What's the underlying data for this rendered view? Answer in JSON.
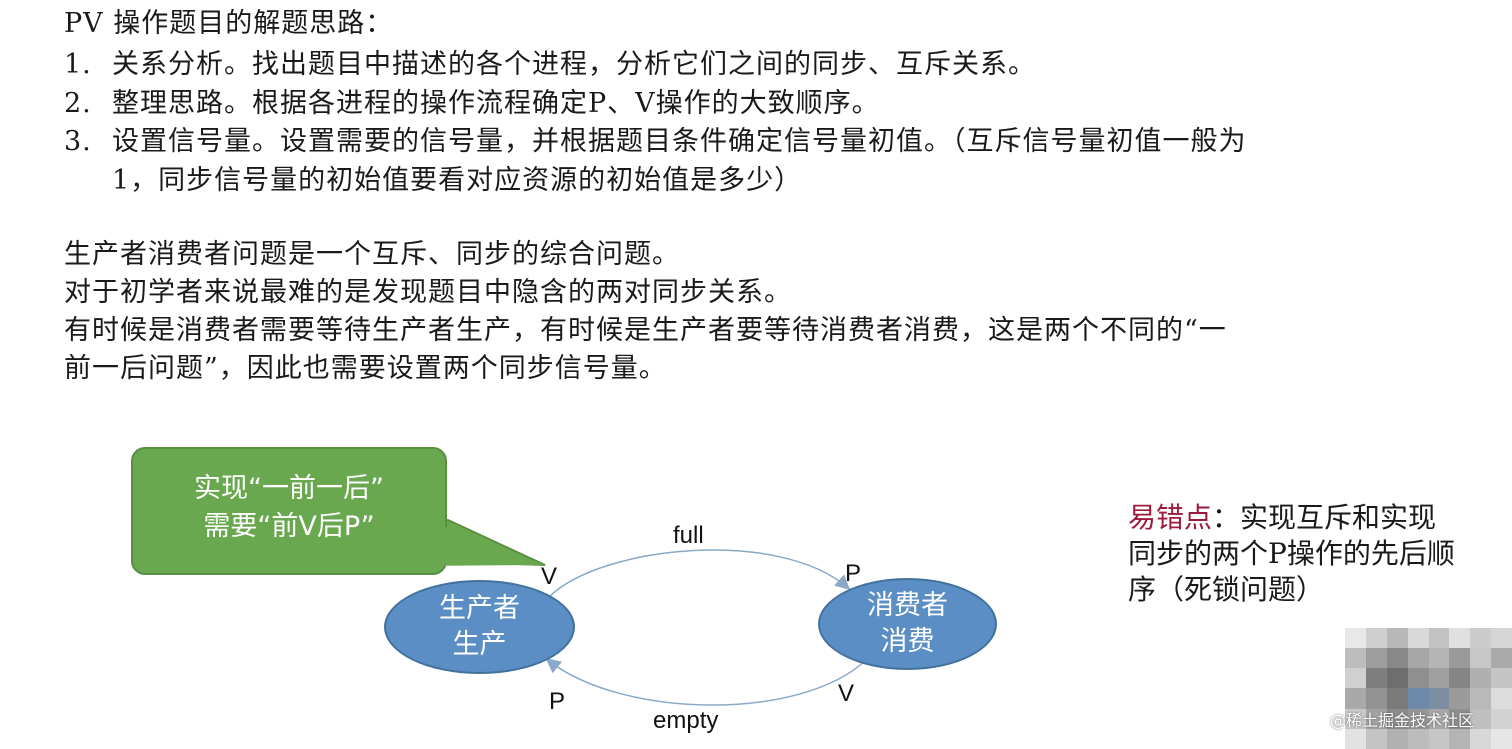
{
  "intro": {
    "title": "PV 操作题目的解题思路：",
    "steps": [
      {
        "num": "1.",
        "text": "关系分析。找出题目中描述的各个进程，分析它们之间的同步、互斥关系。"
      },
      {
        "num": "2.",
        "text": "整理思路。根据各进程的操作流程确定P、V操作的大致顺序。"
      },
      {
        "num": "3.",
        "text": "设置信号量。设置需要的信号量，并根据题目条件确定信号量初值。（互斥信号量初值一般为"
      }
    ],
    "step3_cont": "1，同步信号量的初始值要看对应资源的初始值是多少）"
  },
  "problem": {
    "p1": "生产者消费者问题是一个互斥、同步的综合问题。",
    "p2": "对于初学者来说最难的是发现题目中隐含的两对同步关系。",
    "p3a": "有时候是消费者需要等待生产者生产，有时候是生产者要等待消费者消费，这是两个不同的“一",
    "p3b": "前一后问题”，因此也需要设置两个同步信号量。"
  },
  "diagram": {
    "callout_line1": "实现“一前一后”",
    "callout_line2": "需要“前V后P”",
    "producer_line1": "生产者",
    "producer_line2": "生产",
    "consumer_line1": "消费者",
    "consumer_line2": "消费",
    "full_label": "full",
    "empty_label": "empty",
    "producer_top_op": "V",
    "consumer_top_op": "P",
    "producer_bottom_op": "P",
    "consumer_bottom_op": "V",
    "colors": {
      "callout": "#6aa84f",
      "node": "#5b8ec4"
    }
  },
  "note": {
    "highlight": "易错点",
    "text": "：实现互斥和实现同步的两个P操作的先后顺序（死锁问题）"
  },
  "watermark": "@稀土掘金技术社区"
}
